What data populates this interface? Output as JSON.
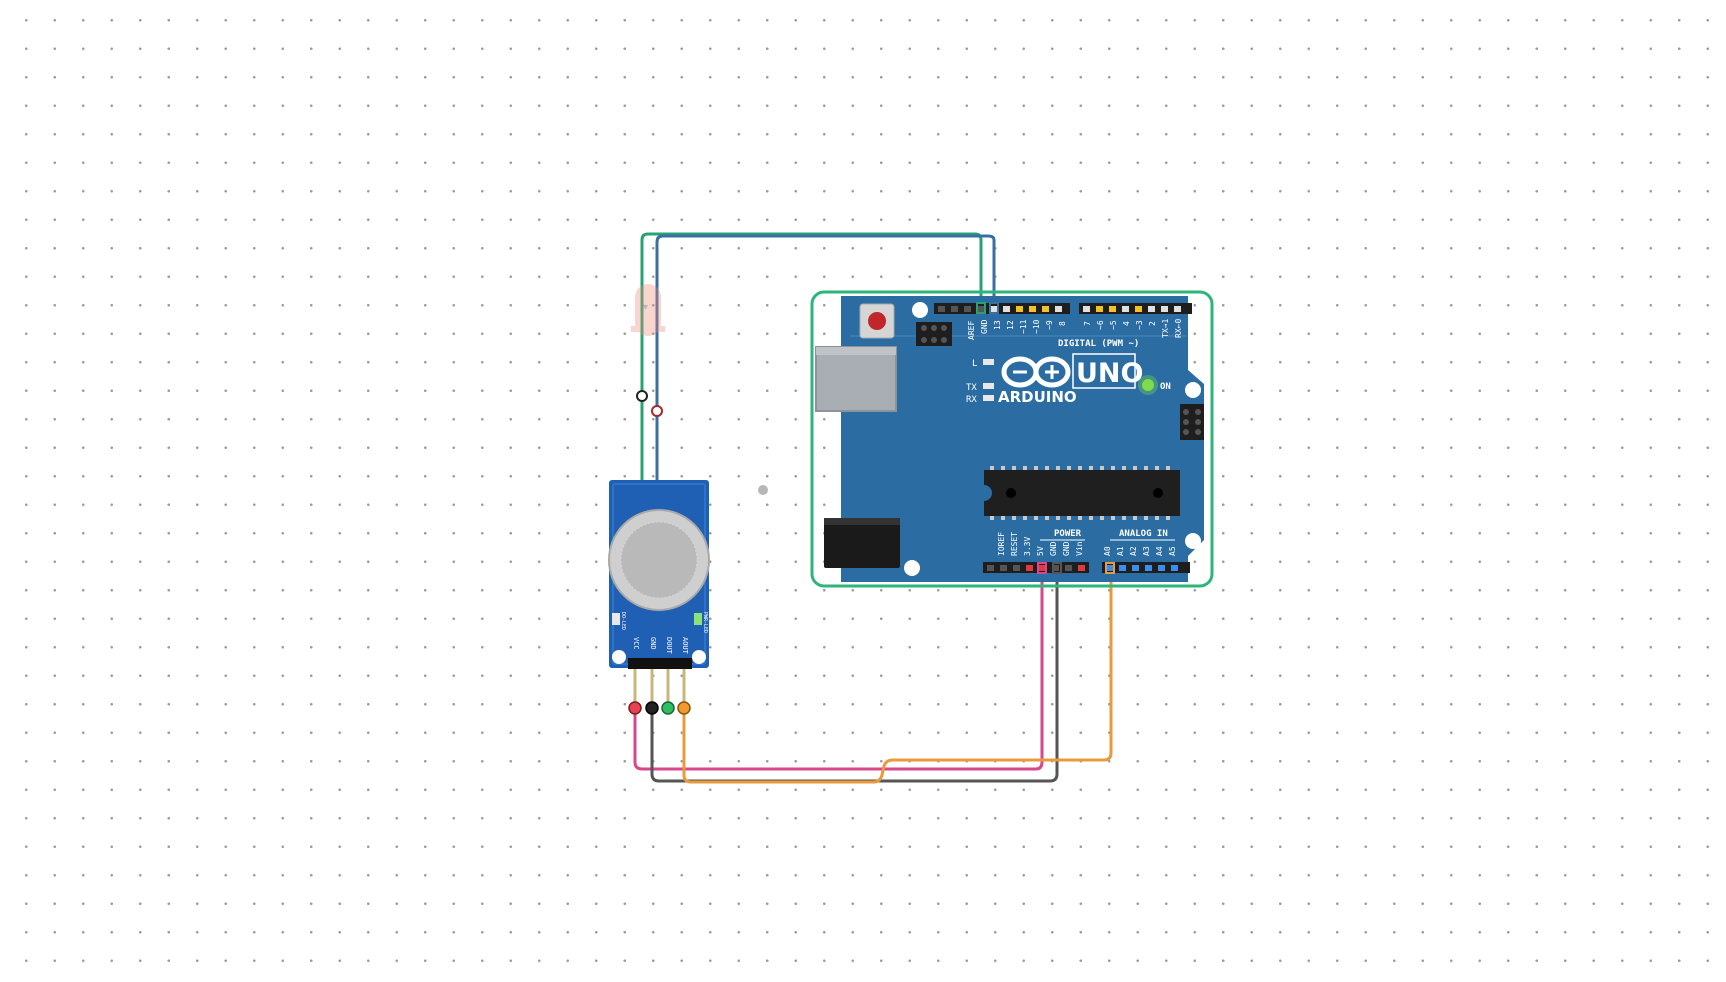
{
  "board": {
    "brand": "ARDUINO",
    "model": "UNO",
    "on_label": "ON",
    "led_l": "L",
    "led_tx": "TX",
    "led_rx": "RX",
    "digital_header_label": "DIGITAL (PWM ~)",
    "digital_pins": [
      "AREF",
      "GND",
      "13",
      "12",
      "~11",
      "~10",
      "~9",
      "8",
      "7",
      "~6",
      "~5",
      "4",
      "~3",
      "2",
      "TX→1",
      "RX←0"
    ],
    "power_header_label": "POWER",
    "power_pins": [
      "IOREF",
      "RESET",
      "3.3V",
      "5V",
      "GND",
      "GND",
      "Vin"
    ],
    "analog_header_label": "ANALOG IN",
    "analog_pins": [
      "A0",
      "A1",
      "A2",
      "A3",
      "A4",
      "A5"
    ]
  },
  "sensor": {
    "pins": [
      "VCC",
      "GND",
      "DOUT",
      "AOUT"
    ],
    "led_left": "DO-LED",
    "led_right": "PWR-LED"
  },
  "colors": {
    "board_blue": "#2b6da3",
    "selection_green": "#2db57c",
    "wire_green": "#27a372",
    "wire_blue": "#3a6fa0",
    "wire_pink": "#d9468b",
    "wire_gray": "#555555",
    "wire_orange": "#e89a3c",
    "sensor_blue": "#1f5fb4",
    "led_on": "#7ddc4a"
  }
}
